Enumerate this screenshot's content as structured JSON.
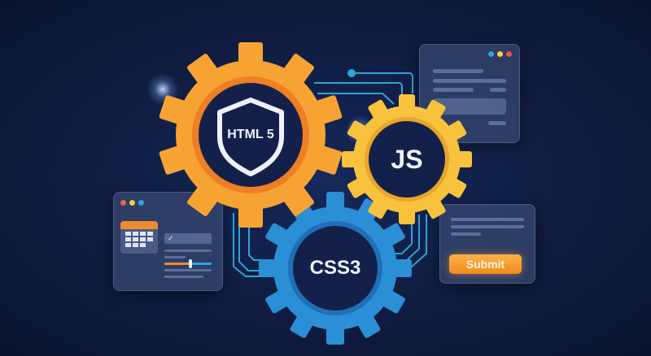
{
  "gears": {
    "html": {
      "label": "HTML 5",
      "color": "#f7a334",
      "icon": "shield-icon"
    },
    "js": {
      "label": "JS",
      "color": "#f8c23c"
    },
    "css": {
      "label": "CSS3",
      "color": "#2b8fd6"
    }
  },
  "cards": {
    "top_right": {
      "dots": [
        "#2aa5e6",
        "#f3d23a",
        "#e9584a"
      ]
    },
    "left": {
      "dots": [
        "#e9654a",
        "#f3d23a",
        "#2aa5e6"
      ],
      "icon": "calendar-icon",
      "check_icon": "checkmark-icon"
    },
    "bottom_right": {
      "button_label": "Submit"
    }
  },
  "colors": {
    "background": "#0f1c40",
    "circuit": "#2fb4e8"
  }
}
